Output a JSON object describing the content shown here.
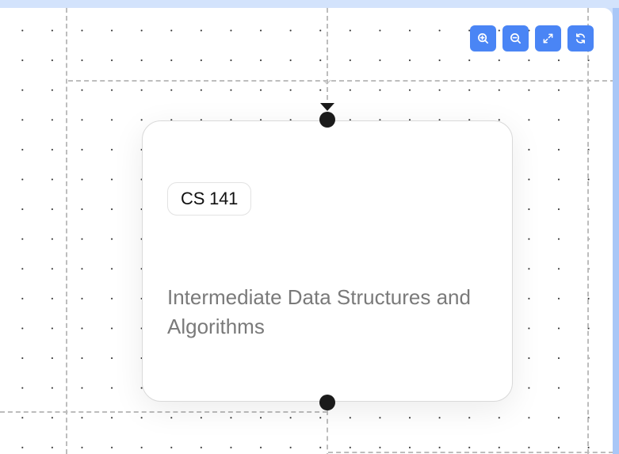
{
  "toolbar": {
    "buttons": [
      {
        "name": "zoom-in",
        "icon": "zoom-in-icon"
      },
      {
        "name": "zoom-out",
        "icon": "zoom-out-icon"
      },
      {
        "name": "fit-view",
        "icon": "expand-icon"
      },
      {
        "name": "reset",
        "icon": "refresh-icon"
      }
    ],
    "accent_color": "#4a85f5"
  },
  "node": {
    "code": "CS 141",
    "title": "Intermediate Data Structures and Algorithms"
  },
  "colors": {
    "canvas_bg": "#ffffff",
    "frame_bg": "#cfe0fb",
    "edge_color": "#bdbdbd",
    "handle_color": "#1b1b1b"
  }
}
